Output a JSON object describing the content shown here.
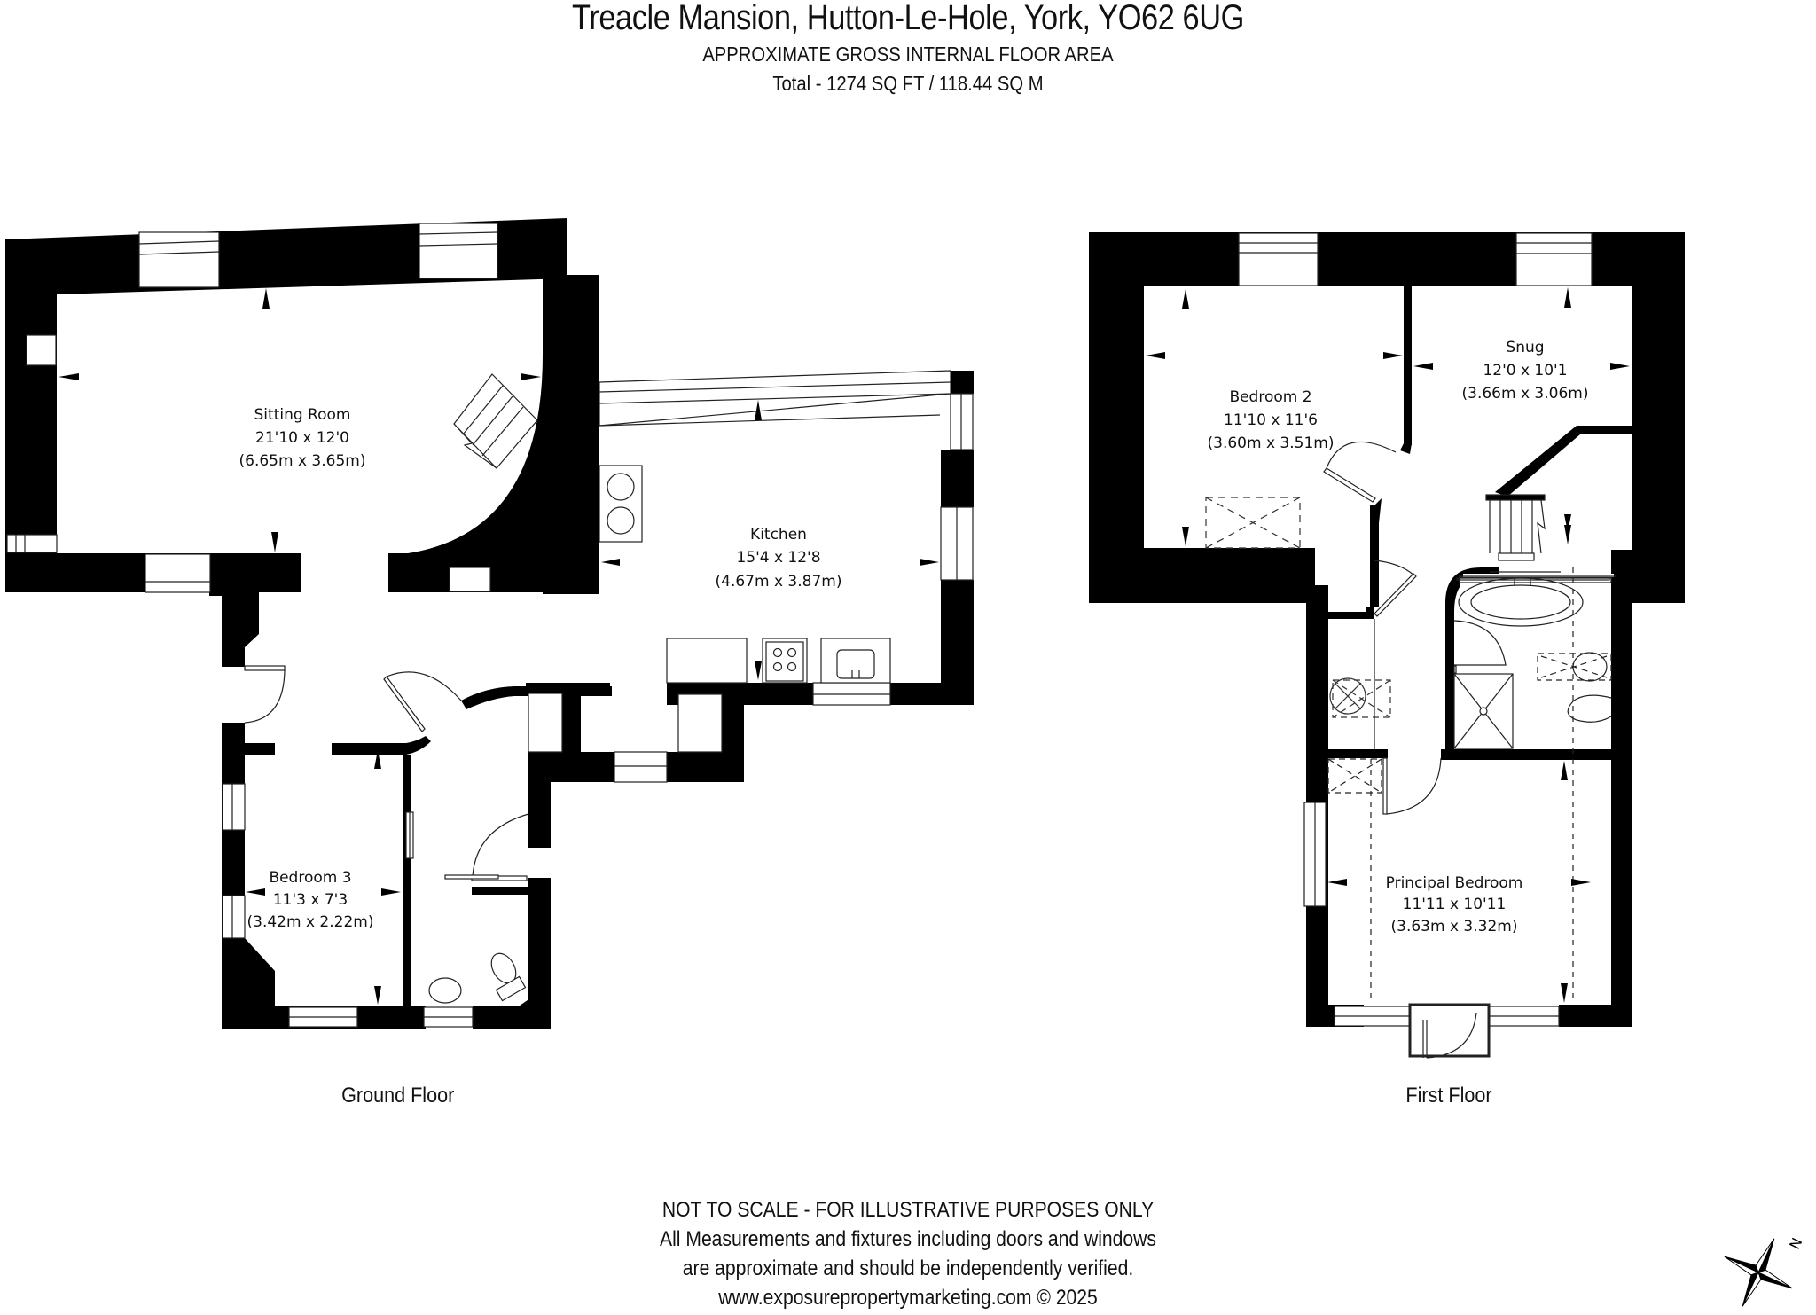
{
  "header": {
    "title": "Treacle Mansion, Hutton-Le-Hole, York, YO62 6UG",
    "subtitle": "APPROXIMATE GROSS INTERNAL FLOOR AREA",
    "total": "Total - 1274 SQ FT / 118.44 SQ M"
  },
  "floors": {
    "ground": {
      "label": "Ground Floor",
      "rooms": [
        {
          "name": "Sitting Room",
          "imperial": "21'10 x 12'0",
          "metric": "(6.65m x 3.65m)"
        },
        {
          "name": "Kitchen",
          "imperial": "15'4 x 12'8",
          "metric": "(4.67m x 3.87m)"
        },
        {
          "name": "Bedroom 3",
          "imperial": "11'3 x 7'3",
          "metric": "(3.42m x 2.22m)"
        }
      ]
    },
    "first": {
      "label": "First Floor",
      "rooms": [
        {
          "name": "Bedroom 2",
          "imperial": "11'10 x 11'6",
          "metric": "(3.60m x 3.51m)"
        },
        {
          "name": "Snug",
          "imperial": "12'0 x 10'1",
          "metric": "(3.66m x 3.06m)"
        },
        {
          "name": "Principal Bedroom",
          "imperial": "11'11 x 10'11",
          "metric": "(3.63m x 3.32m)"
        }
      ]
    }
  },
  "footer": {
    "line1": "NOT TO SCALE - FOR ILLUSTRATIVE PURPOSES ONLY",
    "line2": "All Measurements and fixtures including doors and windows",
    "line3": "are approximate and should be independently verified.",
    "line4": "www.exposurepropertymarketing.com © 2025"
  },
  "icons": {
    "compass": "compass-rose-icon",
    "compass_letter": "N"
  },
  "colors": {
    "wall": "#000000",
    "background": "#ffffff",
    "line": "#222222"
  }
}
